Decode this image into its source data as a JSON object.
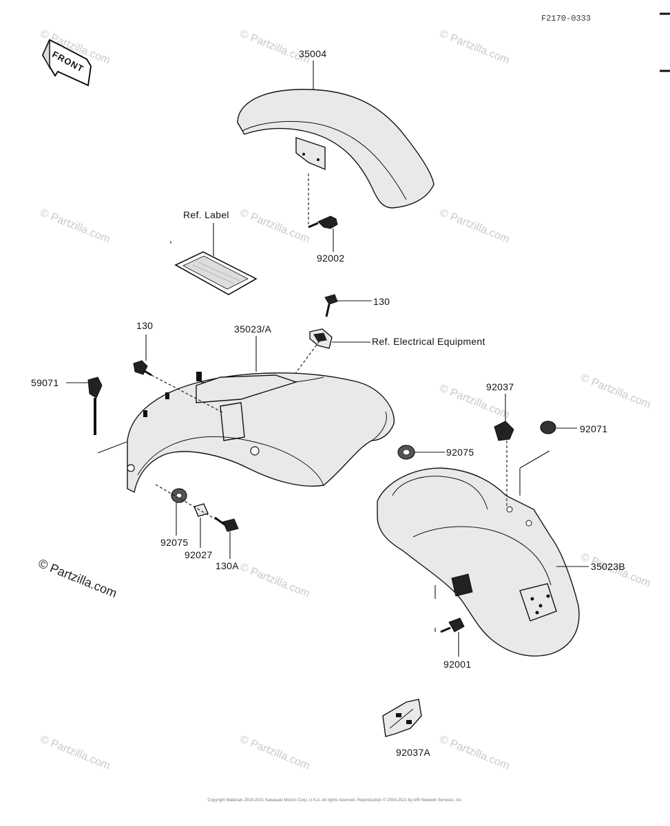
{
  "diagram_code": "F2170-0333",
  "front_badge": "FRONT",
  "labels": {
    "p35004": "35004",
    "ref_label": "Ref. Label",
    "p92002": "92002",
    "p130_top": "130",
    "ref_electrical": "Ref. Electrical Equipment",
    "p130_left": "130",
    "p35023a": "35023/A",
    "p59071": "59071",
    "p92037": "92037",
    "p92071": "92071",
    "p92075_right": "92075",
    "p92075_left": "92075",
    "p92027": "92027",
    "p130a": "130A",
    "p35023b": "35023B",
    "p92001": "92001",
    "p92037a": "92037A"
  },
  "watermark": "© Partzilla.com",
  "copyright": "Copyright Materials 2019-2021 Kawasaki Motors Corp. U.S.A. All rights reserved. Reproduction © 2004-2021 by ARI Network Services, Inc."
}
